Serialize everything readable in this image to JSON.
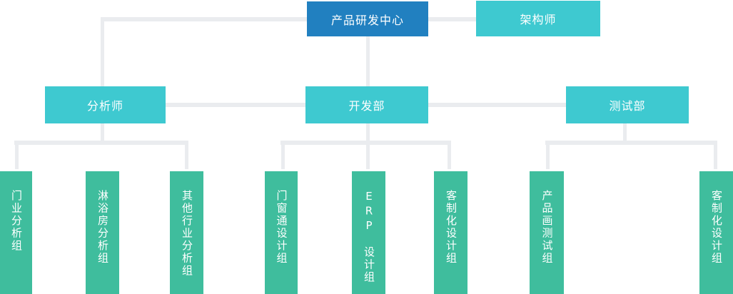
{
  "colors": {
    "root_node": "#2180c0",
    "dept_node": "#3ec9d0",
    "team_node": "#3fbd9d",
    "connector": "#eaecef",
    "node_text": "#ffffff"
  },
  "org": {
    "root": "产品研发中心",
    "advisor": "架构师",
    "departments": [
      {
        "name": "分析师",
        "teams": [
          "门业分析组",
          "淋浴房分析组",
          "其他行业分析组"
        ]
      },
      {
        "name": "开发部",
        "teams": [
          "门窗通设计组",
          "ERP　设计组",
          "客制化设计组"
        ]
      },
      {
        "name": "测试部",
        "teams": [
          "产品画测试组",
          "客制化设计组"
        ]
      }
    ]
  }
}
